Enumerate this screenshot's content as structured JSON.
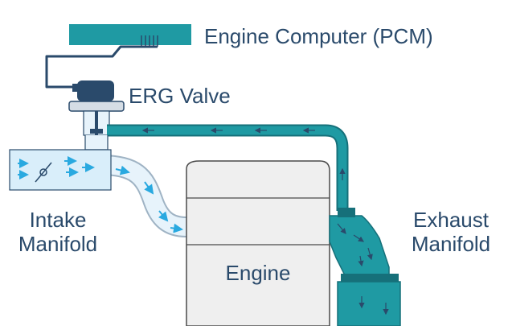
{
  "labels": {
    "pcm": "Engine Computer (PCM)",
    "valve": "ERG Valve",
    "intake_line1": "Intake",
    "intake_line2": "Manifold",
    "exhaust_line1": "Exhaust",
    "exhaust_line2": "Manifold",
    "engine": "Engine"
  },
  "colors": {
    "teal": "#1f9aa3",
    "teal_dark": "#16707a",
    "navy": "#2a4a6b",
    "light_blue": "#e7f3fb",
    "intake_fill": "#d9eefa",
    "gas_arrow": "#29a9e0",
    "engine_fill": "#efefef",
    "engine_stroke": "#4a4a4a"
  },
  "icons": [
    "throttle-valve-icon",
    "flow-arrow-icon"
  ]
}
